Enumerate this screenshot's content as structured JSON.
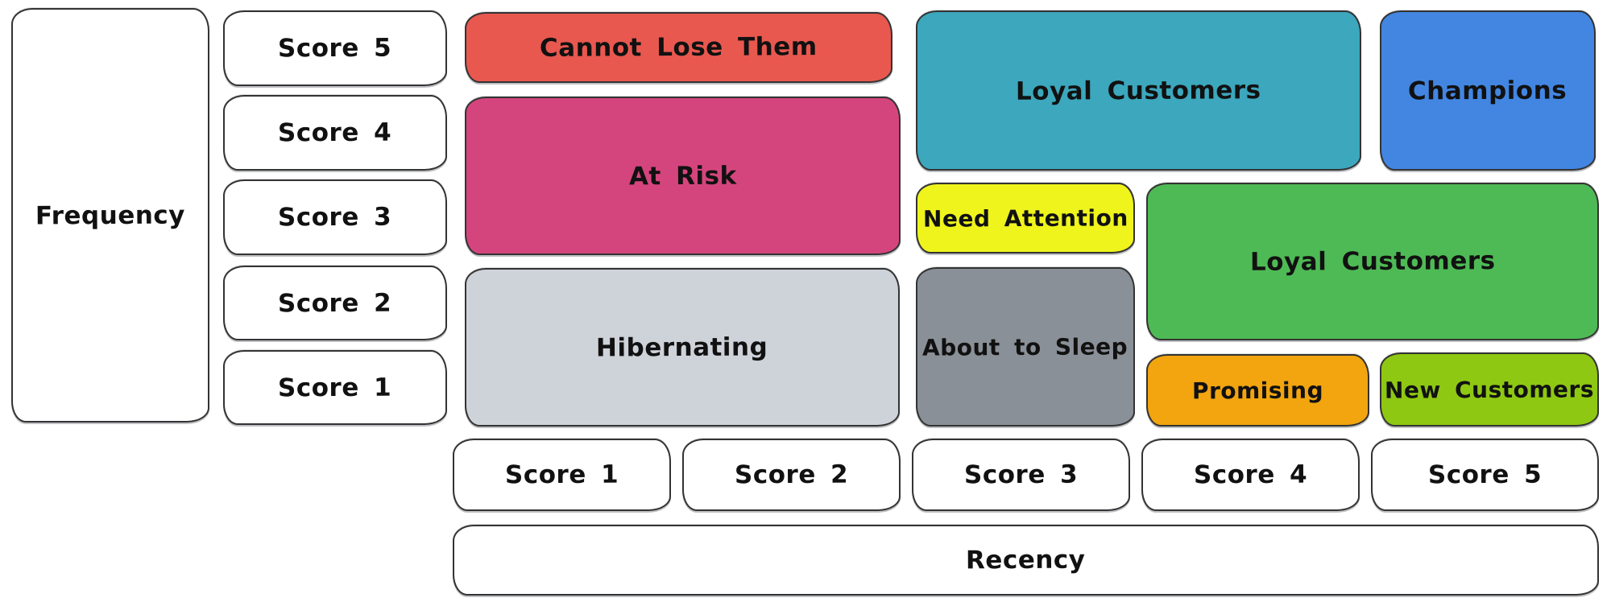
{
  "frequency_axis": {
    "label": "Frequency",
    "scores": [
      "Score 5",
      "Score 4",
      "Score 3",
      "Score 2",
      "Score 1"
    ]
  },
  "recency_axis": {
    "label": "Recency",
    "scores": [
      "Score 1",
      "Score 2",
      "Score 3",
      "Score 4",
      "Score 5"
    ]
  },
  "segments": {
    "cannot_lose_them": {
      "label": "Cannot Lose Them",
      "color": "#e8584f"
    },
    "at_risk": {
      "label": "At Risk",
      "color": "#d5457d"
    },
    "hibernating": {
      "label": "Hibernating",
      "color": "#ced3da"
    },
    "loyal_customers_top": {
      "label": "Loyal Customers",
      "color": "#3ca7bd"
    },
    "champions": {
      "label": "Champions",
      "color": "#4286e2"
    },
    "need_attention": {
      "label": "Need Attention",
      "color": "#eff41c"
    },
    "about_to_sleep": {
      "label": "About to Sleep",
      "color": "#8a9097"
    },
    "loyal_customers_mid": {
      "label": "Loyal Customers",
      "color": "#4eba55"
    },
    "promising": {
      "label": "Promising",
      "color": "#f2a50f"
    },
    "new_customers": {
      "label": "New Customers",
      "color": "#8ec813"
    }
  },
  "colors": {
    "background": "#ffffff",
    "axis_box_fill": "#ffffff",
    "border": "#333333",
    "text": "#111111"
  }
}
